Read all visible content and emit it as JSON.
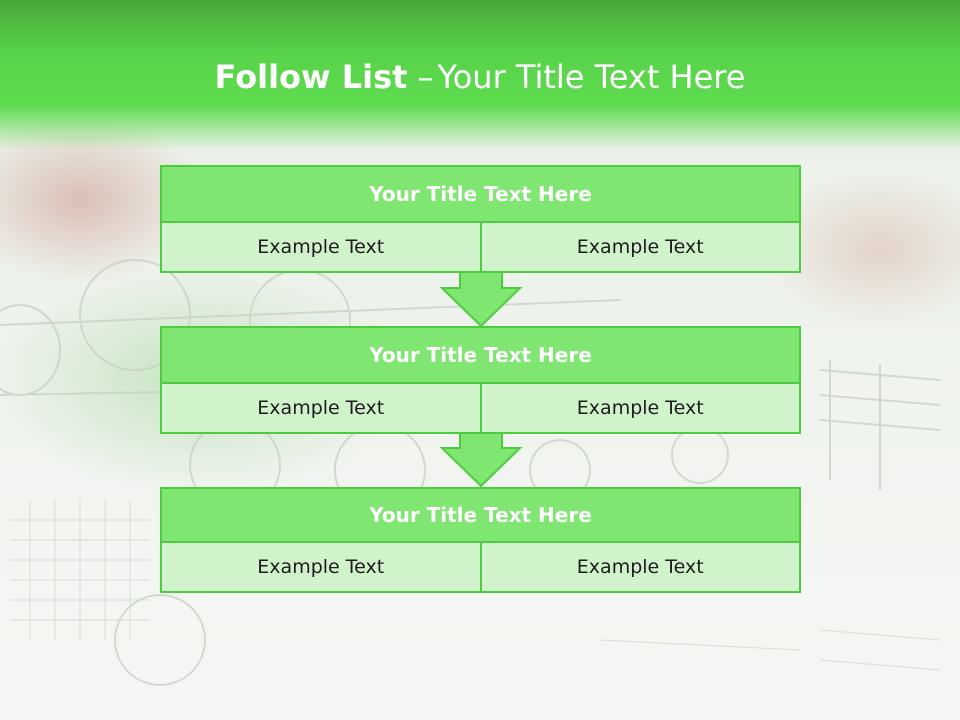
{
  "slide": {
    "title_bold": "Follow List",
    "title_sep": "–",
    "title_rest": "Your Title Text Here"
  },
  "blocks": [
    {
      "title": "Your Title Text Here",
      "left": "Example Text",
      "right": "Example Text"
    },
    {
      "title": "Your Title Text Here",
      "left": "Example Text",
      "right": "Example Text"
    },
    {
      "title": "Your Title Text Here",
      "left": "Example Text",
      "right": "Example Text"
    }
  ],
  "colors": {
    "header_green": "#5edc4f",
    "title_fill": "#80e672",
    "cell_fill": "#d1f3cb",
    "border": "#4ccc3e",
    "arrow": "#80e672"
  }
}
